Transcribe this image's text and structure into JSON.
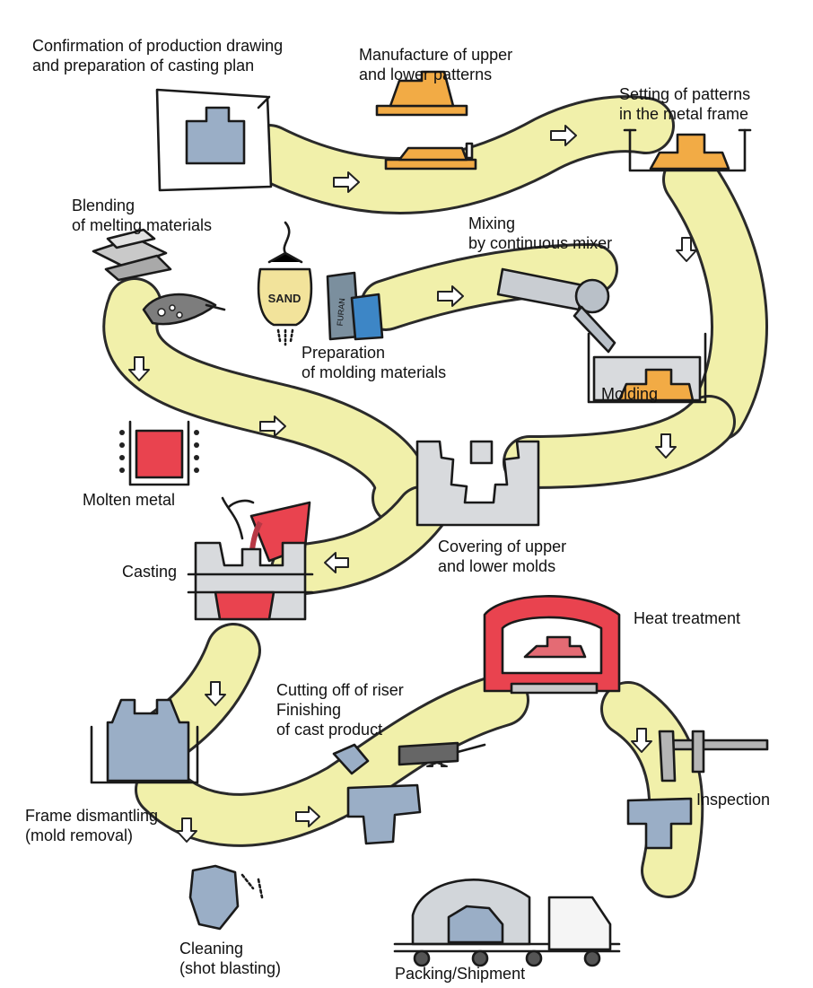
{
  "steps": {
    "confirmation": [
      "Confirmation of production drawing",
      "and preparation of casting plan"
    ],
    "patterns": [
      "Manufacture of upper",
      "and lower patterns"
    ],
    "setting": [
      "Setting of patterns",
      "in the metal frame"
    ],
    "blending": [
      "Blending",
      "of melting materials"
    ],
    "mixing": [
      "Mixing",
      "by continuous mixer"
    ],
    "preparation": [
      "Preparation",
      "of molding materials"
    ],
    "molding": [
      "Molding"
    ],
    "molten": [
      "Molten metal"
    ],
    "covering": [
      "Covering of upper",
      "and lower molds"
    ],
    "casting": [
      "Casting"
    ],
    "heat": [
      "Heat treatment"
    ],
    "cutting": [
      "Cutting off of riser",
      "Finishing",
      "of cast product"
    ],
    "frame": [
      "Frame dismantling",
      "(mold removal)"
    ],
    "inspection": [
      "Inspection"
    ],
    "cleaning": [
      "Cleaning",
      "(shot blasting)"
    ],
    "packing": [
      "Packing/Shipment"
    ]
  },
  "sand_bag_text": "SAND",
  "can_text": "FURAN",
  "colors": {
    "path": "#f1f0aa",
    "pattern": "#f2ab45",
    "metal": "#e9434f",
    "casting": "#9aaec6"
  }
}
